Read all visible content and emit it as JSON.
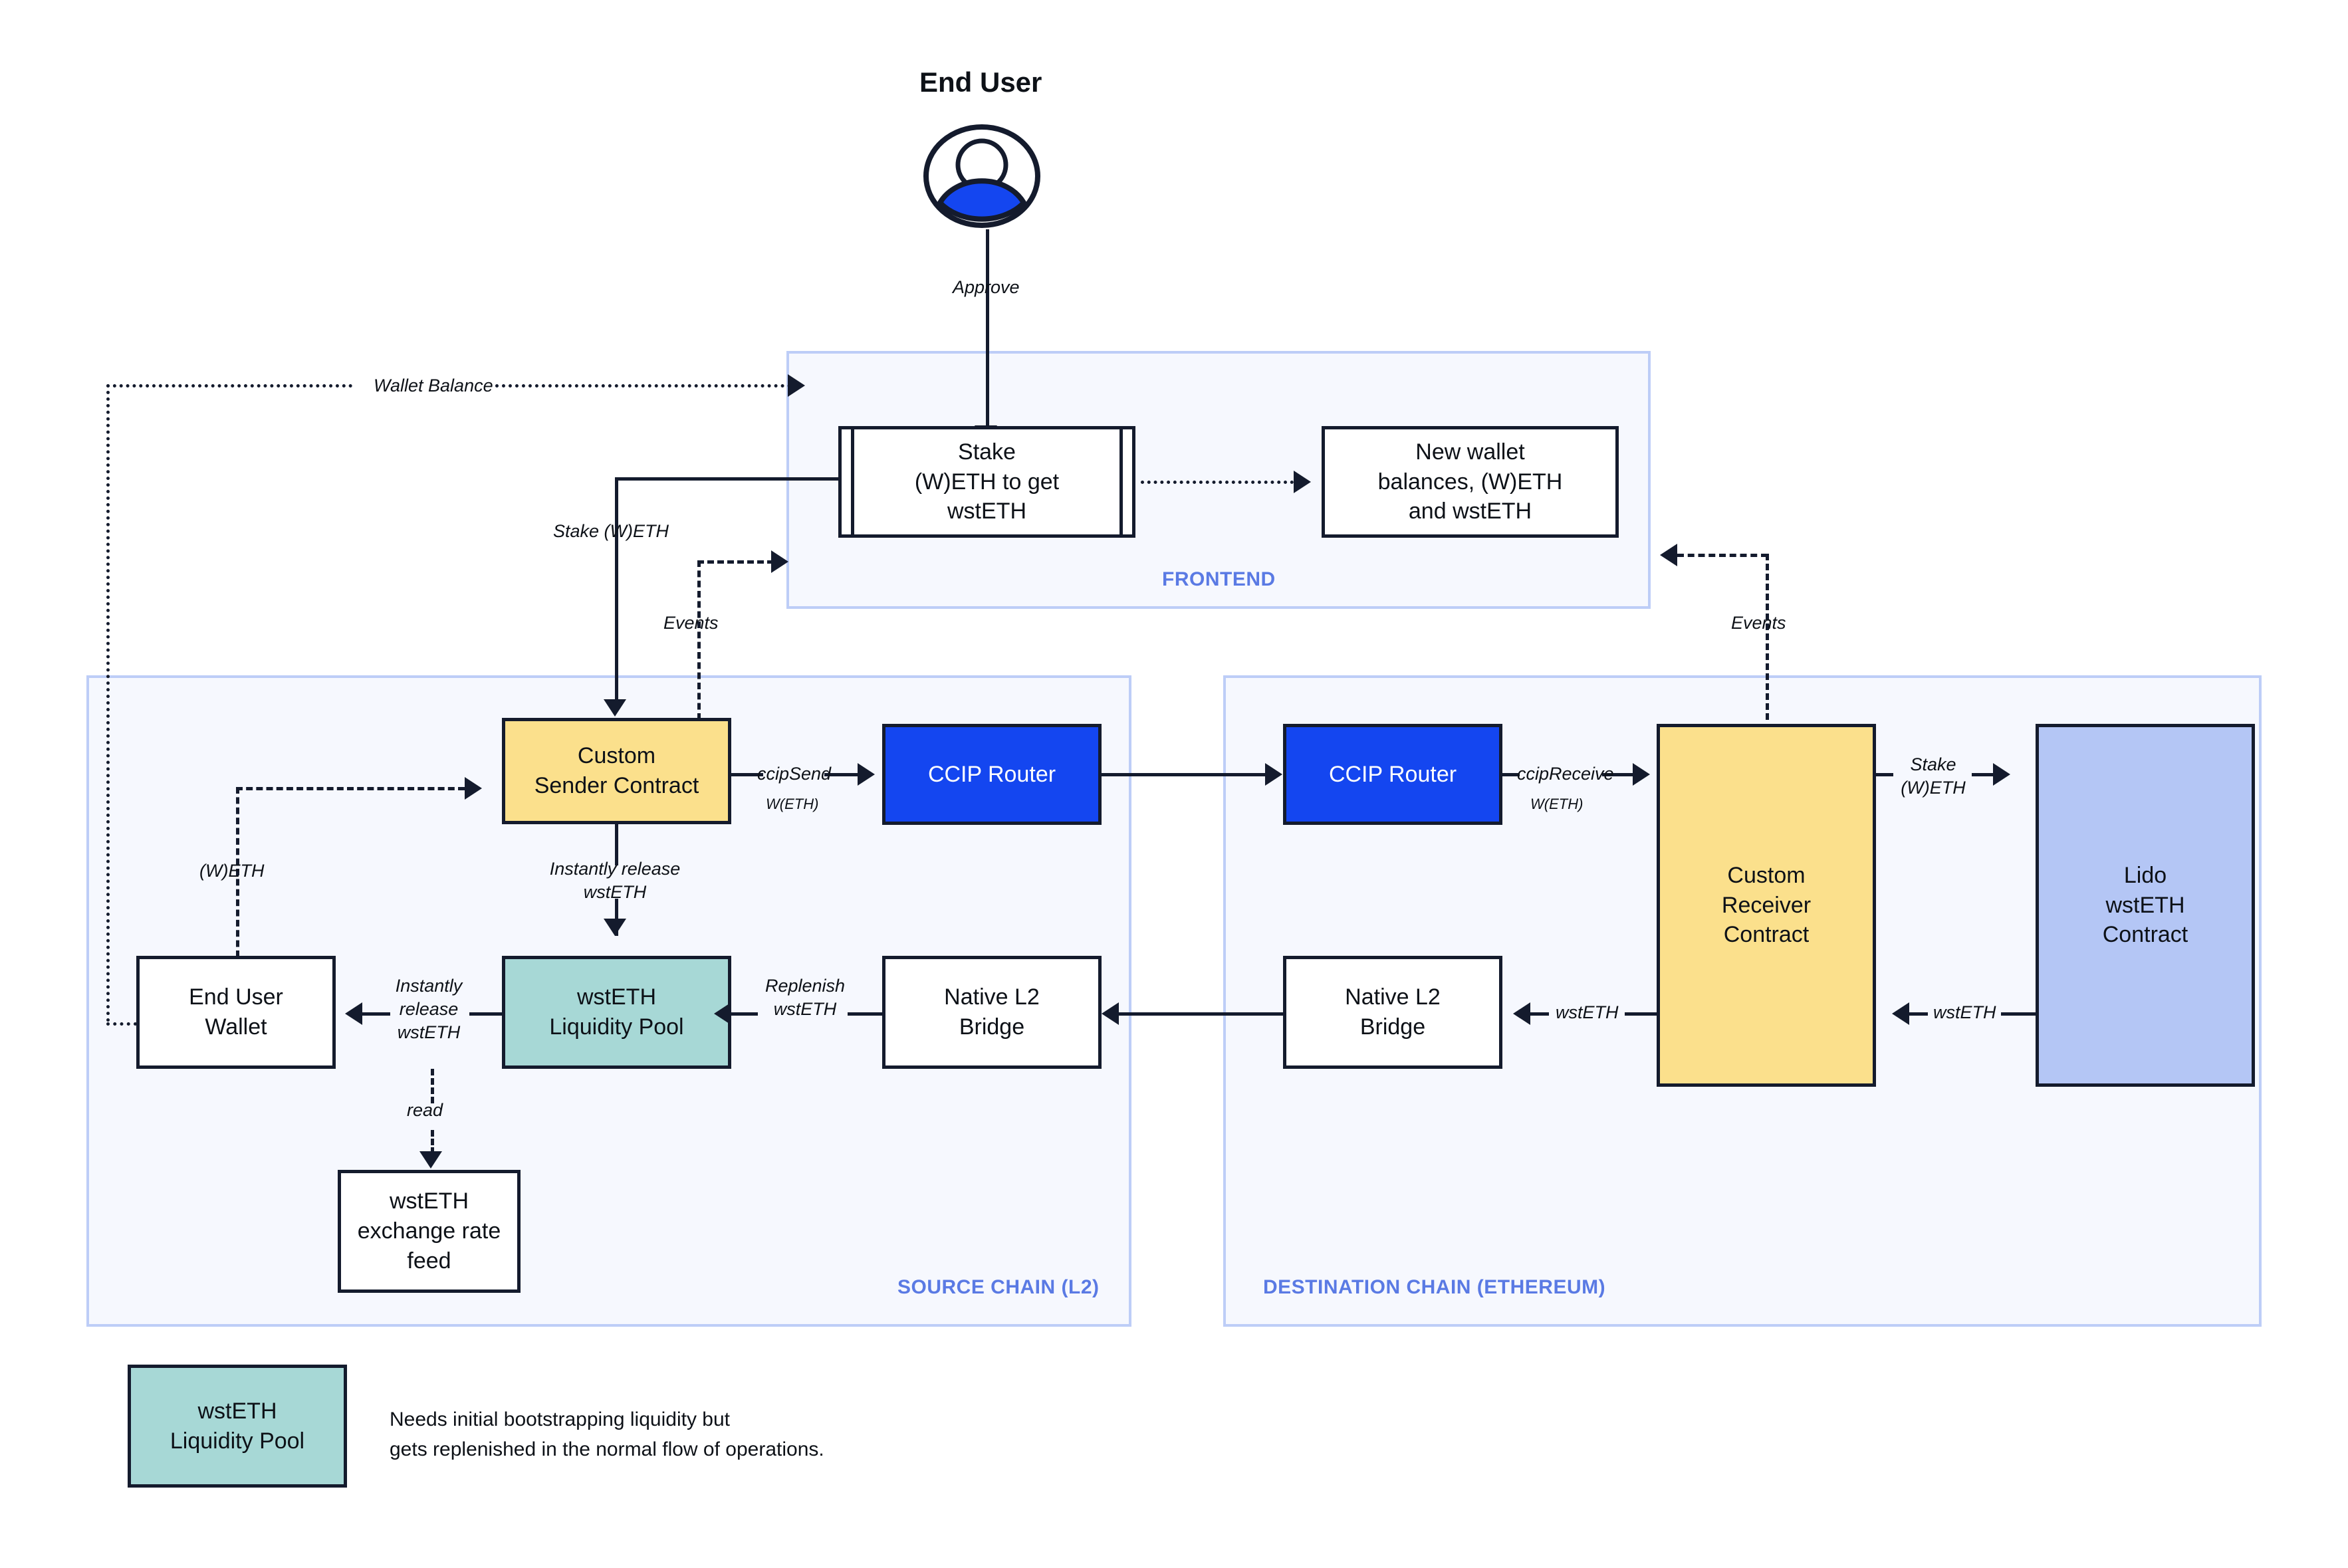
{
  "diagram": {
    "title": "End User",
    "actor": {
      "label": "End User",
      "icon": "user-avatar-icon",
      "accent": "#1446f0"
    }
  },
  "zones": [
    {
      "id": "frontend",
      "label": "FRONTEND"
    },
    {
      "id": "source",
      "label": "SOURCE CHAIN (L2)"
    },
    {
      "id": "destination",
      "label": "DESTINATION CHAIN (ETHEREUM)"
    }
  ],
  "nodes": {
    "stake_ui": {
      "label": "Stake\n(W)ETH to get\nwstETH",
      "style": "process-white"
    },
    "new_balances": {
      "label": "New wallet\nbalances, (W)ETH\nand wstETH",
      "style": "white"
    },
    "sender": {
      "label": "Custom\nSender Contract",
      "style": "yellow"
    },
    "ccip_router_src": {
      "label": "CCIP Router",
      "style": "blue"
    },
    "ccip_router_dst": {
      "label": "CCIP Router",
      "style": "blue"
    },
    "receiver": {
      "label": "Custom\nReceiver\nContract",
      "style": "yellow"
    },
    "lido": {
      "label": "Lido\nwstETH\nContract",
      "style": "lavender"
    },
    "wallet": {
      "label": "End User\nWallet",
      "style": "white"
    },
    "pool": {
      "label": "wstETH\nLiquidity Pool",
      "style": "teal"
    },
    "bridge_src": {
      "label": "Native L2\nBridge",
      "style": "white"
    },
    "bridge_dst": {
      "label": "Native L2\nBridge",
      "style": "white"
    },
    "feed": {
      "label": "wstETH\nexchange rate\nfeed",
      "style": "white"
    }
  },
  "edge_labels": {
    "approve": "Approve",
    "wallet_balance": "Wallet Balance",
    "stake_weth": "Stake (W)ETH",
    "events_src": "Events",
    "events_dst": "Events",
    "weth_wallet": "(W)ETH",
    "ccip_send": "ccipSend",
    "ccip_send_sub": "W(ETH)",
    "ccip_receive": "ccipReceive",
    "ccip_receive_sub": "W(ETH)",
    "stake_weth_dst": "Stake\n(W)ETH",
    "instantly_release_pool": "Instantly release\nwstETH",
    "instantly_release_wallet": "Instantly\nrelease\nwstETH",
    "replenish": "Replenish\nwstETH",
    "wsteth_receiver": "wstETH",
    "wsteth_lido": "wstETH",
    "read": "read"
  },
  "legend": {
    "swatch_label": "wstETH\nLiquidity Pool",
    "swatch_color": "#a7d8d6",
    "note": "Needs initial bootstrapping liquidity but\ngets replenished in the normal flow of operations."
  },
  "colors": {
    "yellow": "#fbe08c",
    "teal": "#a7d8d6",
    "lavender": "#b4c6f5",
    "blue": "#1446f0",
    "zone_fill": "#f6f8fe",
    "zone_border": "#bdcdf7",
    "zone_label": "#5a7ae4",
    "stroke": "#141b2d"
  }
}
